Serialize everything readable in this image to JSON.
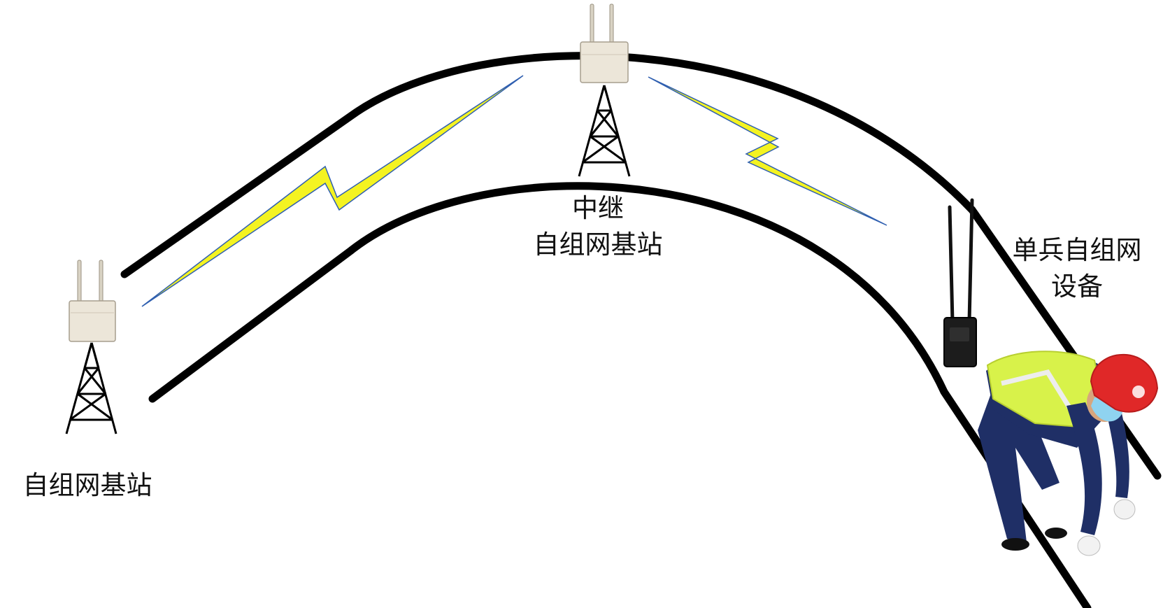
{
  "labels": {
    "relay_line1": "中继",
    "relay_line2": "自组网基站",
    "left_station": "自组网基站",
    "soldier_line1": "单兵自组网",
    "soldier_line2": "设备"
  },
  "colors": {
    "tunnel_line": "#000000",
    "signal_fill": "#f4f321",
    "signal_edge": "#2f5fb0",
    "base_station_box": "#ece6d9",
    "helmet": "#e02828",
    "vest": "#d8f24a",
    "uniform": "#1f2f66"
  },
  "icons": {
    "left_station": "base-station-icon",
    "relay_station": "relay-base-station-icon",
    "soldier_device": "handheld-radio-icon",
    "worker": "worker-icon"
  }
}
